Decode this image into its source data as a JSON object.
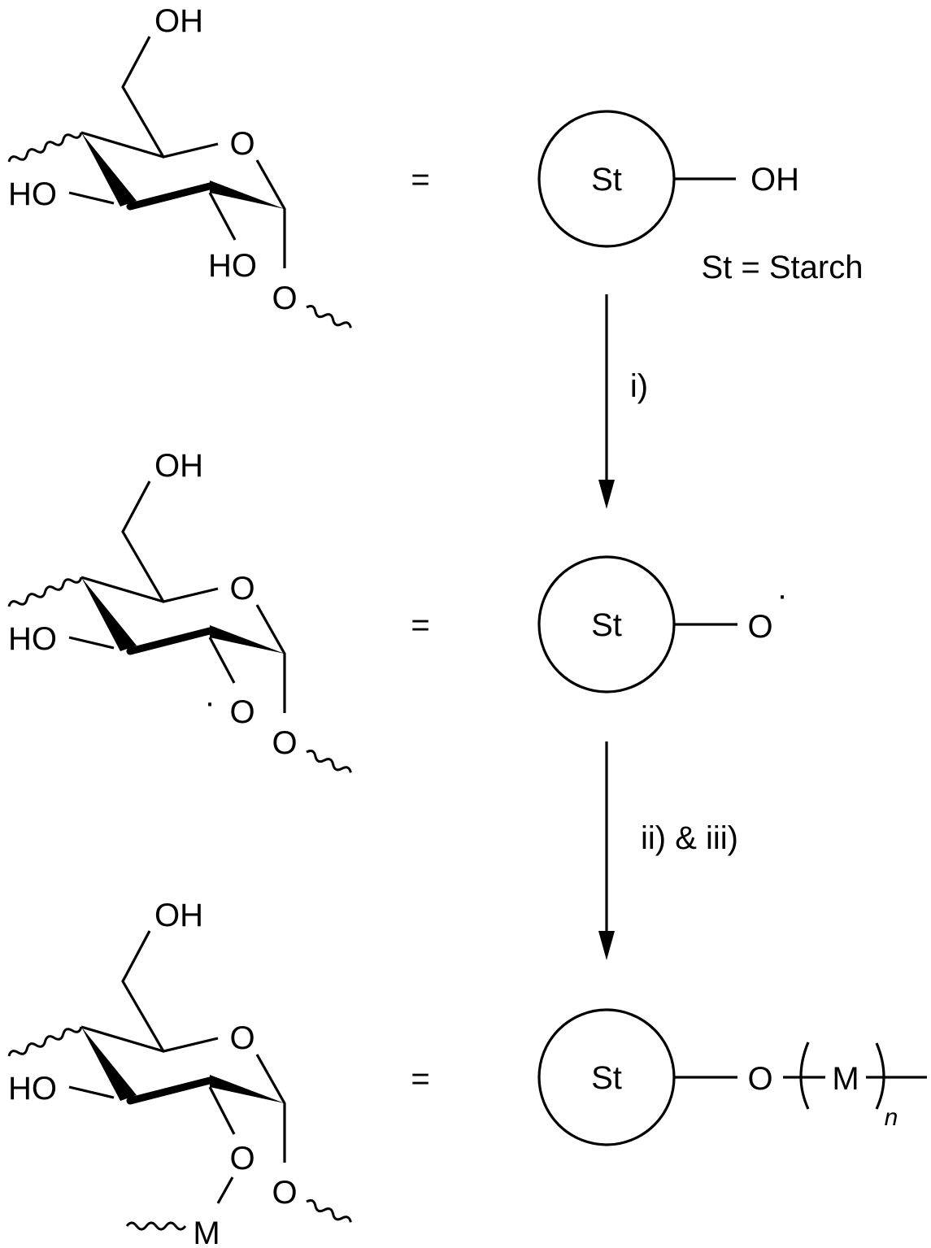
{
  "structures": [
    {
      "ch2oh": "OH",
      "ring_o": "O",
      "c3_oh": "HO",
      "c2_sub": "HO",
      "anomeric_o": "O"
    },
    {
      "ch2oh": "OH",
      "ring_o": "O",
      "c3_oh": "HO",
      "c2_sub": "O",
      "c2_radical": "·",
      "anomeric_o": "O"
    },
    {
      "ch2oh": "OH",
      "ring_o": "O",
      "c3_oh": "HO",
      "c2_sub": "O",
      "c2_chain": "M",
      "anomeric_o": "O"
    }
  ],
  "equals": "=",
  "schematic": [
    {
      "circle": "St",
      "group": "OH"
    },
    {
      "circle": "St",
      "group": "O",
      "radical": "·"
    },
    {
      "circle": "St",
      "group": "O",
      "repeat_unit": "M",
      "subscript": "n"
    }
  ],
  "legend": "St = Starch",
  "arrows": [
    {
      "label": "i)"
    },
    {
      "label": "ii) & iii)"
    }
  ]
}
